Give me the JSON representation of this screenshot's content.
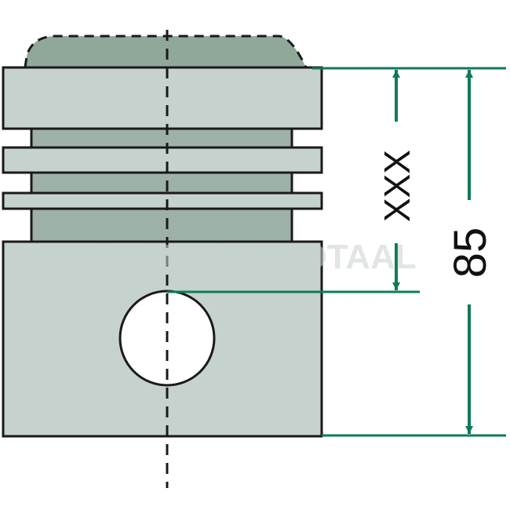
{
  "diagram": {
    "dimensions": {
      "total_height_label": "85",
      "compression_height_label": "XXX"
    },
    "watermark": "TECHNIEK TOTAAL",
    "colors": {
      "piston_body": "#c5d2ce",
      "ring_groove": "#9eb1a8",
      "crown": "#8fa89a",
      "outline": "#1a1a1a",
      "dimension_line": "#0f7a5c",
      "pin_hole": "#ffffff"
    }
  }
}
